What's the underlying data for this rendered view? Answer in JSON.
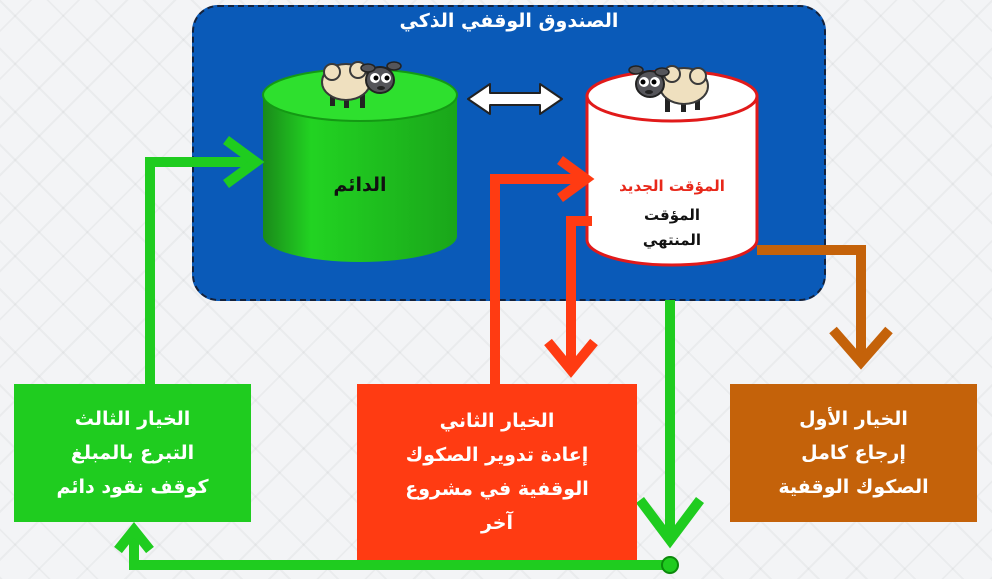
{
  "fund": {
    "title": "الصندوق الوقفي الذكي"
  },
  "permanent_tank": {
    "label": "الدائم"
  },
  "temporary_tank": {
    "label_new": "المؤقت الجديد",
    "label_expired_line1": "المؤقت",
    "label_expired_line2": "المنتهي"
  },
  "options": {
    "first": {
      "line1": "الخيار الأول",
      "line2": "إرجاع كامل",
      "line3": "الصكوك الوقفية"
    },
    "second": {
      "line1": "الخيار الثاني",
      "line2": "إعادة تدوير الصكوك",
      "line3": "الوقفية في مشروع",
      "line4": "آخر"
    },
    "third": {
      "line1": "الخيار الثالث",
      "line2": "التبرع بالمبلغ",
      "line3": "كوقف نقود دائم"
    }
  },
  "colors": {
    "fund_bg": "#0a5ab8",
    "green": "#1fcc1f",
    "red": "#ff3b12",
    "brown": "#c4620a",
    "red_text": "#e8281a"
  },
  "icons": [
    "sheep-icon",
    "double-arrow-icon"
  ]
}
